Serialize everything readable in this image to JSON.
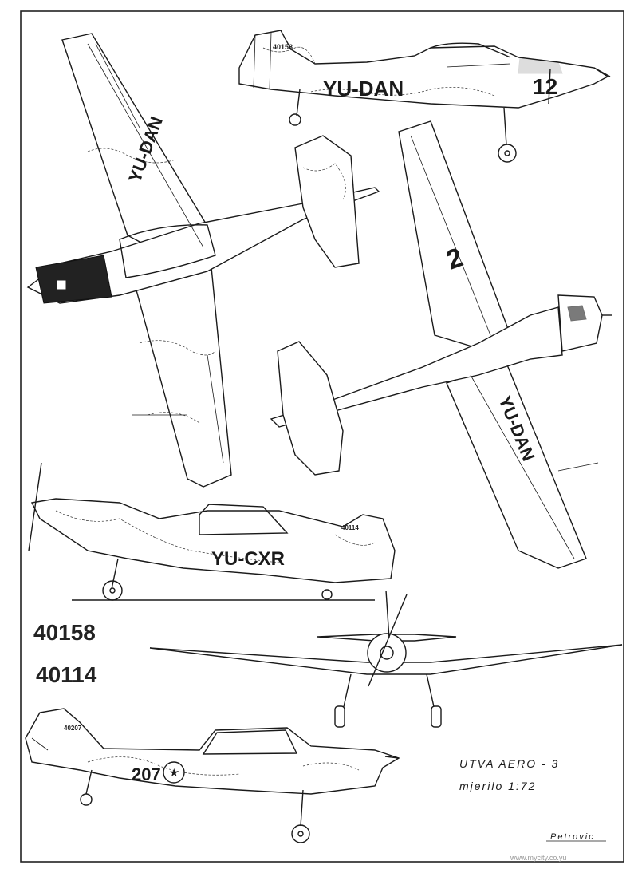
{
  "registrations": {
    "side_top": "YU-DAN",
    "plan_left": "YU-DAN",
    "plan_right": "YU-DAN",
    "side_middle": "YU-CXR"
  },
  "tail_codes": {
    "side_top": "40158",
    "side_middle": "40114",
    "side_bottom": "40207"
  },
  "fuselage_numbers": {
    "side_top": "12",
    "plan_right": "2",
    "side_bottom": "207"
  },
  "serials": [
    "40158",
    "40114"
  ],
  "title": "UTVA  AERO - 3",
  "scale": "mjerilo   1:72",
  "signature": "Petrovic",
  "watermark": "www.mycity.co.yu",
  "colors": {
    "ink": "#1a1a1a",
    "paper": "#ffffff",
    "frame": "#222222"
  }
}
